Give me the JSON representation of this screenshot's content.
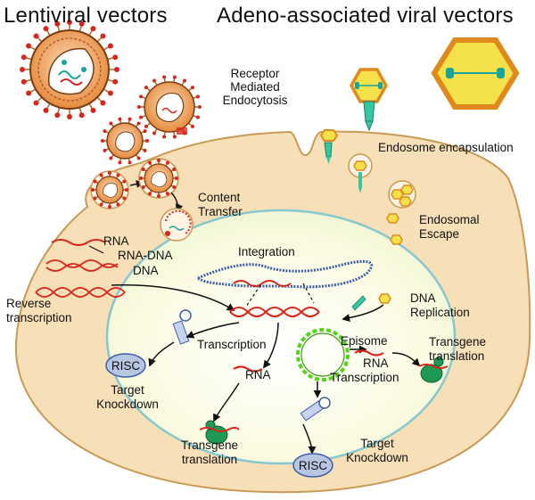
{
  "headers": {
    "lentiviral": "Lentiviral vectors",
    "aav": "Adeno-associated viral vectors"
  },
  "labels": {
    "receptor_line1": "Receptor",
    "receptor_line2": "Mediated",
    "receptor_line3": "Endocytosis",
    "endosome_encapsulation": "Endosome encapsulation",
    "content_line1": "Content",
    "content_line2": "Transfer",
    "endosomal_line1": "Endosomal",
    "endosomal_line2": "Escape",
    "rna": "RNA",
    "rna_dna": "RNA-DNA",
    "dna": "DNA",
    "integration": "Integration",
    "reverse_line1": "Reverse",
    "reverse_line2": "transcription",
    "dna_rep_line1": "DNA",
    "dna_rep_line2": "Replication",
    "transcription_left": "Transcription",
    "episome": "Episome",
    "transgene_right_line1": "Transgene",
    "transgene_right_line2": "translation",
    "risc_left": "RISC",
    "rna_center": "RNA",
    "rna_right": "RNA",
    "transcription_right": "Transcription",
    "target_left_line1": "Target",
    "target_left_line2": "Knockdown",
    "transgene_bottom_line1": "Transgene",
    "transgene_bottom_line2": "translation",
    "target_right_line1": "Target",
    "target_right_line2": "Knockdown",
    "risc_bottom": "RISC"
  },
  "colors": {
    "cytoplasm": "#f7dfb8",
    "cytoplasm_edge": "#c89a55",
    "nucleus": "#fbfbe0",
    "nucleus_edge": "#86c8cf",
    "dna_red": "#d9261c",
    "dna_blue": "#3d5fa8",
    "aav_yellow": "#f5e14a",
    "aav_orange": "#e08a1e",
    "receptor_green": "#35c7a0",
    "episome_green": "#55d31c",
    "risc_fill": "#b8c6e2",
    "ribosome_green": "#1f9a55"
  }
}
